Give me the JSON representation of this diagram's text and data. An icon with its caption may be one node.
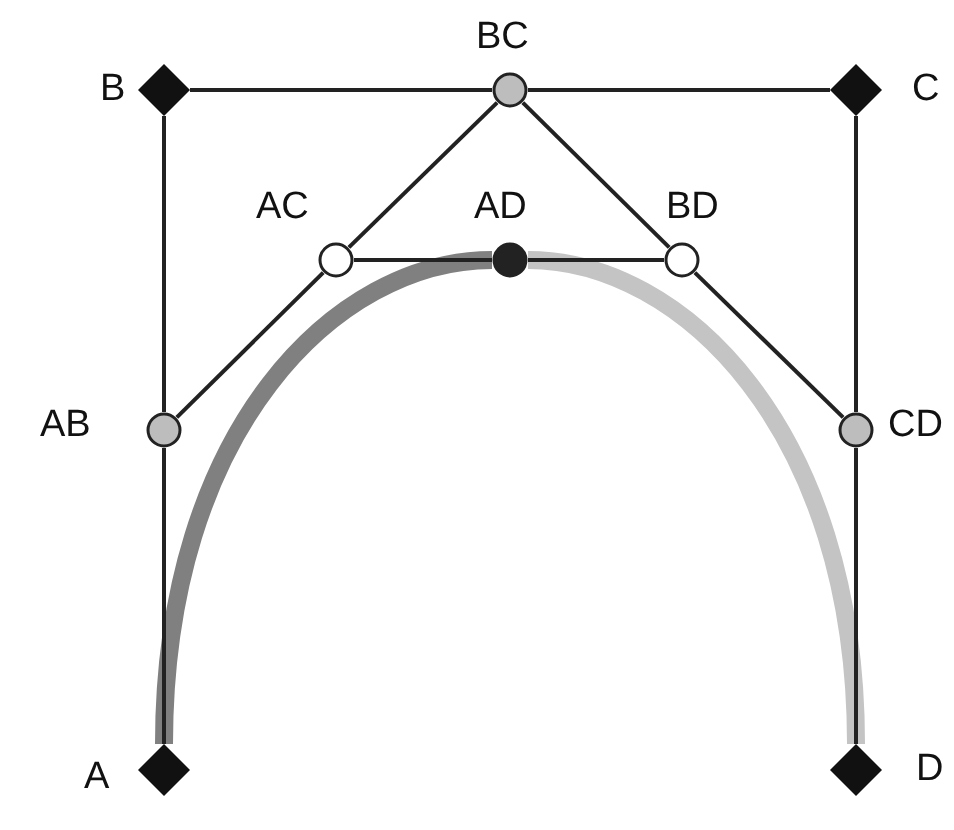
{
  "diagram": {
    "nodes": [
      {
        "text": [
          "A"
        ]
      },
      {
        "text": [
          "B"
        ]
      },
      {
        "text": [
          "C"
        ]
      },
      {
        "text": [
          "D"
        ]
      },
      {
        "text": [
          "AB"
        ]
      },
      {
        "text": [
          "BC"
        ]
      },
      {
        "text": [
          "CD"
        ]
      },
      {
        "text": [
          "AC"
        ]
      },
      {
        "text": [
          "AD"
        ]
      },
      {
        "text": [
          "BD"
        ]
      }
    ],
    "edges": [
      {
        "from": 0,
        "to": 4,
        "arrow": "none"
      },
      {
        "from": 4,
        "to": 1,
        "arrow": "none"
      },
      {
        "from": 1,
        "to": 5,
        "arrow": "none"
      },
      {
        "from": 5,
        "to": 2,
        "arrow": "none"
      },
      {
        "from": 2,
        "to": 6,
        "arrow": "none"
      },
      {
        "from": 6,
        "to": 3,
        "arrow": "none"
      },
      {
        "from": 4,
        "to": 7,
        "arrow": "none"
      },
      {
        "from": 7,
        "to": 5,
        "arrow": "none"
      },
      {
        "from": 5,
        "to": 9,
        "arrow": "none"
      },
      {
        "from": 9,
        "to": 6,
        "arrow": "none"
      },
      {
        "from": 7,
        "to": 8,
        "arrow": "none"
      },
      {
        "from": 8,
        "to": 9,
        "arrow": "none"
      },
      {
        "from": 0,
        "to": 8,
        "arrow": "none",
        "style": "thick",
        "color": "#808080"
      },
      {
        "from": 8,
        "to": 3,
        "arrow": "none",
        "style": "thick",
        "color": "#c4c4c4"
      }
    ]
  }
}
